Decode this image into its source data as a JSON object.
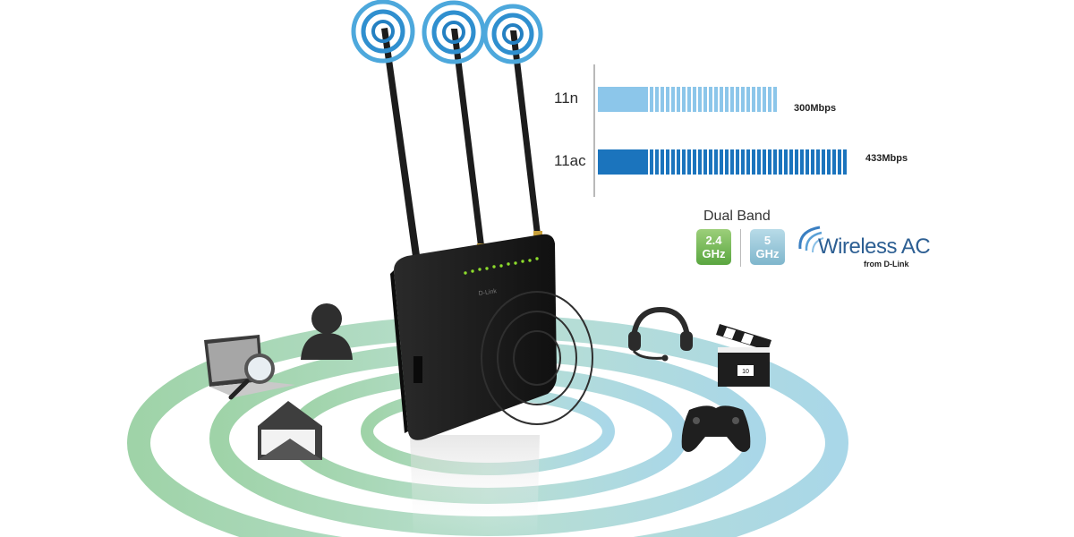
{
  "speed_chart": {
    "rows": [
      {
        "name": "11n",
        "value": "300Mbps",
        "color": "#8cc6ea"
      },
      {
        "name": "11ac",
        "value": "433Mbps",
        "color": "#1b74bd"
      }
    ]
  },
  "dual_band": {
    "title": "Dual Band",
    "band1": {
      "line1": "2.4",
      "line2": "GHz",
      "color": "#6fb34f"
    },
    "band2": {
      "line1": "5",
      "line2": "GHz",
      "color": "#90c3d6"
    }
  },
  "wireless_ac_logo": {
    "main": "Wireless AC",
    "sub": "from D-Link"
  },
  "router": {
    "brand": "D-Link",
    "antenna_count": 3
  },
  "devices": {
    "left": [
      "laptop-icon",
      "user-icon",
      "magnifier-icon",
      "envelope-icon"
    ],
    "right": [
      "headset-icon",
      "clapperboard-icon",
      "gamepad-icon"
    ],
    "clapperboard_number": "10"
  }
}
